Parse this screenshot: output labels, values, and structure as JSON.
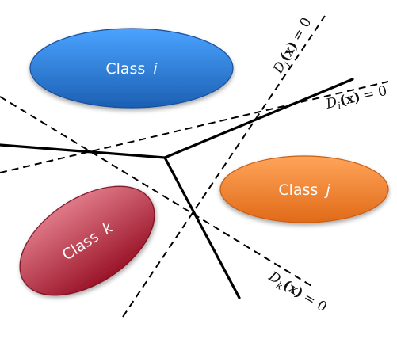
{
  "classes": {
    "i": {
      "label": "Class",
      "var": "i",
      "color_light": "#4aa3ff",
      "color_dark": "#1c5fb3"
    },
    "j": {
      "label": "Class",
      "var": "j",
      "color_light": "#ffa45a",
      "color_dark": "#e06a18"
    },
    "k": {
      "label": "Class",
      "var": "k",
      "color_light": "#e07a88",
      "color_dark": "#9a1428"
    }
  },
  "functions": {
    "i": {
      "prefix": "D",
      "sub": "i",
      "arg": "(x)",
      "rhs": "= 0"
    },
    "j": {
      "prefix": "D",
      "sub": "j",
      "arg": "(x)",
      "rhs": "= 0"
    },
    "k": {
      "prefix": "D",
      "sub": "k",
      "arg": "(x)",
      "rhs": "= 0"
    }
  },
  "colors": {
    "boundary": "#000000",
    "dashed": "#000000"
  }
}
